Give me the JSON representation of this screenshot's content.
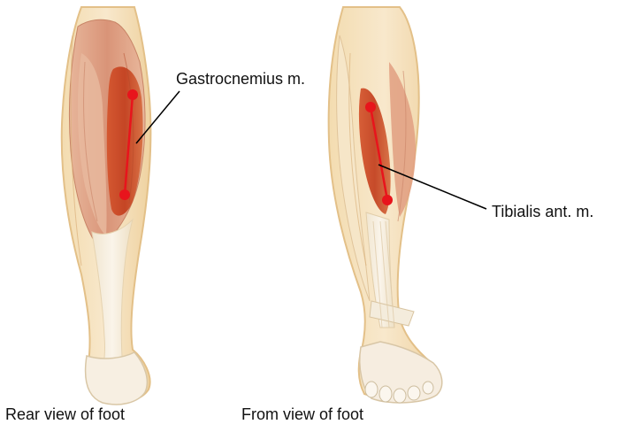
{
  "labels": {
    "gastrocnemius": "Gastrocnemius m.",
    "tibialis": "Tibialis ant. m."
  },
  "captions": {
    "rear": "Rear view of foot",
    "front": "From view of foot"
  },
  "colors": {
    "marker": "#e8141c",
    "muscle_highlight": "#c8441e",
    "skin_outline": "#e8c98a",
    "muscle_base": "#d9957a",
    "tendon": "#f3ead8",
    "leader_line": "#000000"
  }
}
